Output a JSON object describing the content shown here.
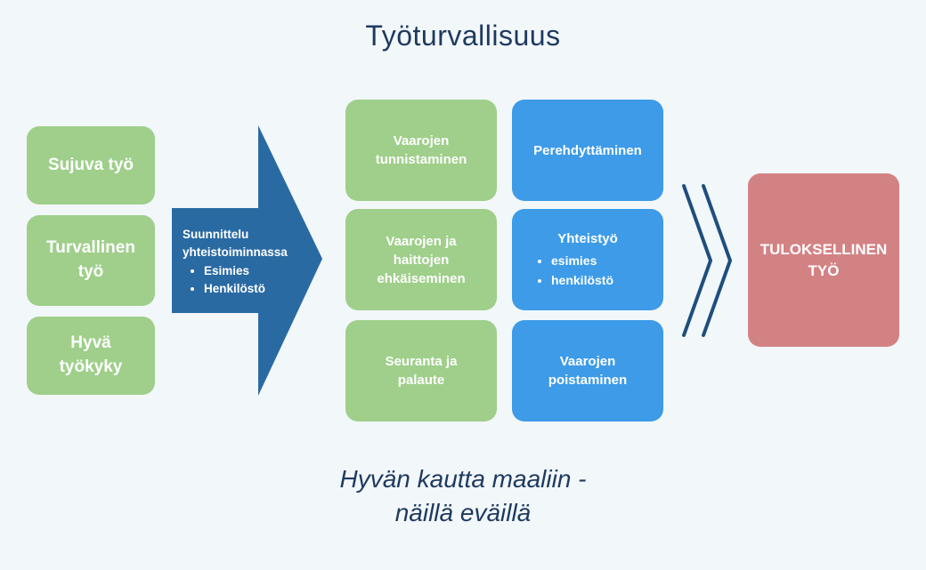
{
  "title": "Työturvallisuus",
  "left_boxes": [
    "Sujuva työ",
    "Turvallinen työ",
    "Hyvä työkyky"
  ],
  "arrow": {
    "heading": "Suunnittelu yhteistoiminnassa",
    "items": [
      "Esimies",
      "Henkilöstö"
    ]
  },
  "green_column": [
    "Vaarojen tunnistaminen",
    "Vaarojen ja haittojen ehkäiseminen",
    "Seuranta ja palaute"
  ],
  "blue_column": {
    "top": "Perehdyttäminen",
    "middle_heading": "Yhteistyö",
    "middle_items": [
      "esimies",
      "henkilöstö"
    ],
    "bottom": "Vaarojen poistaminen"
  },
  "result": "TULOKSELLINEN TYÖ",
  "tagline": [
    "Hyvän kautta maaliin -",
    "näillä eväillä"
  ],
  "colors": {
    "green": "#9fcf8a",
    "blue": "#3d9be8",
    "dark_blue": "#2a6aa3",
    "red": "#d38284",
    "text_dark": "#1e3a5f"
  }
}
